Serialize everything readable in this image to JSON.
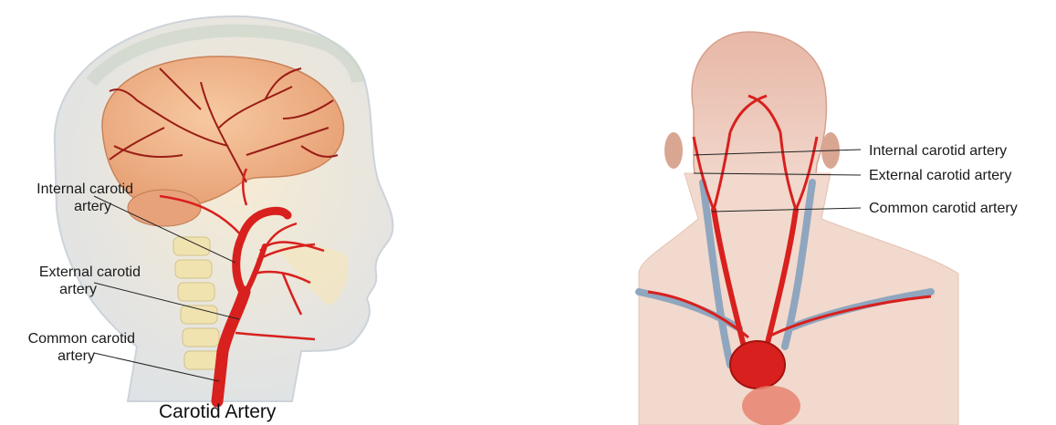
{
  "left_figure": {
    "caption": "Carotid Artery",
    "labels": {
      "internal": [
        "Internal carotid",
        "artery"
      ],
      "external": [
        "External carotid",
        "artery"
      ],
      "common": [
        "Common carotid",
        "artery"
      ]
    }
  },
  "right_figure": {
    "labels": {
      "internal": "Internal carotid artery",
      "external": "External carotid artery",
      "common": "Common carotid artery"
    }
  },
  "colors": {
    "artery": "#d8201e",
    "brain": "#f2b48a",
    "skin": "#e9c9b8",
    "vein": "#8fa6bf"
  }
}
